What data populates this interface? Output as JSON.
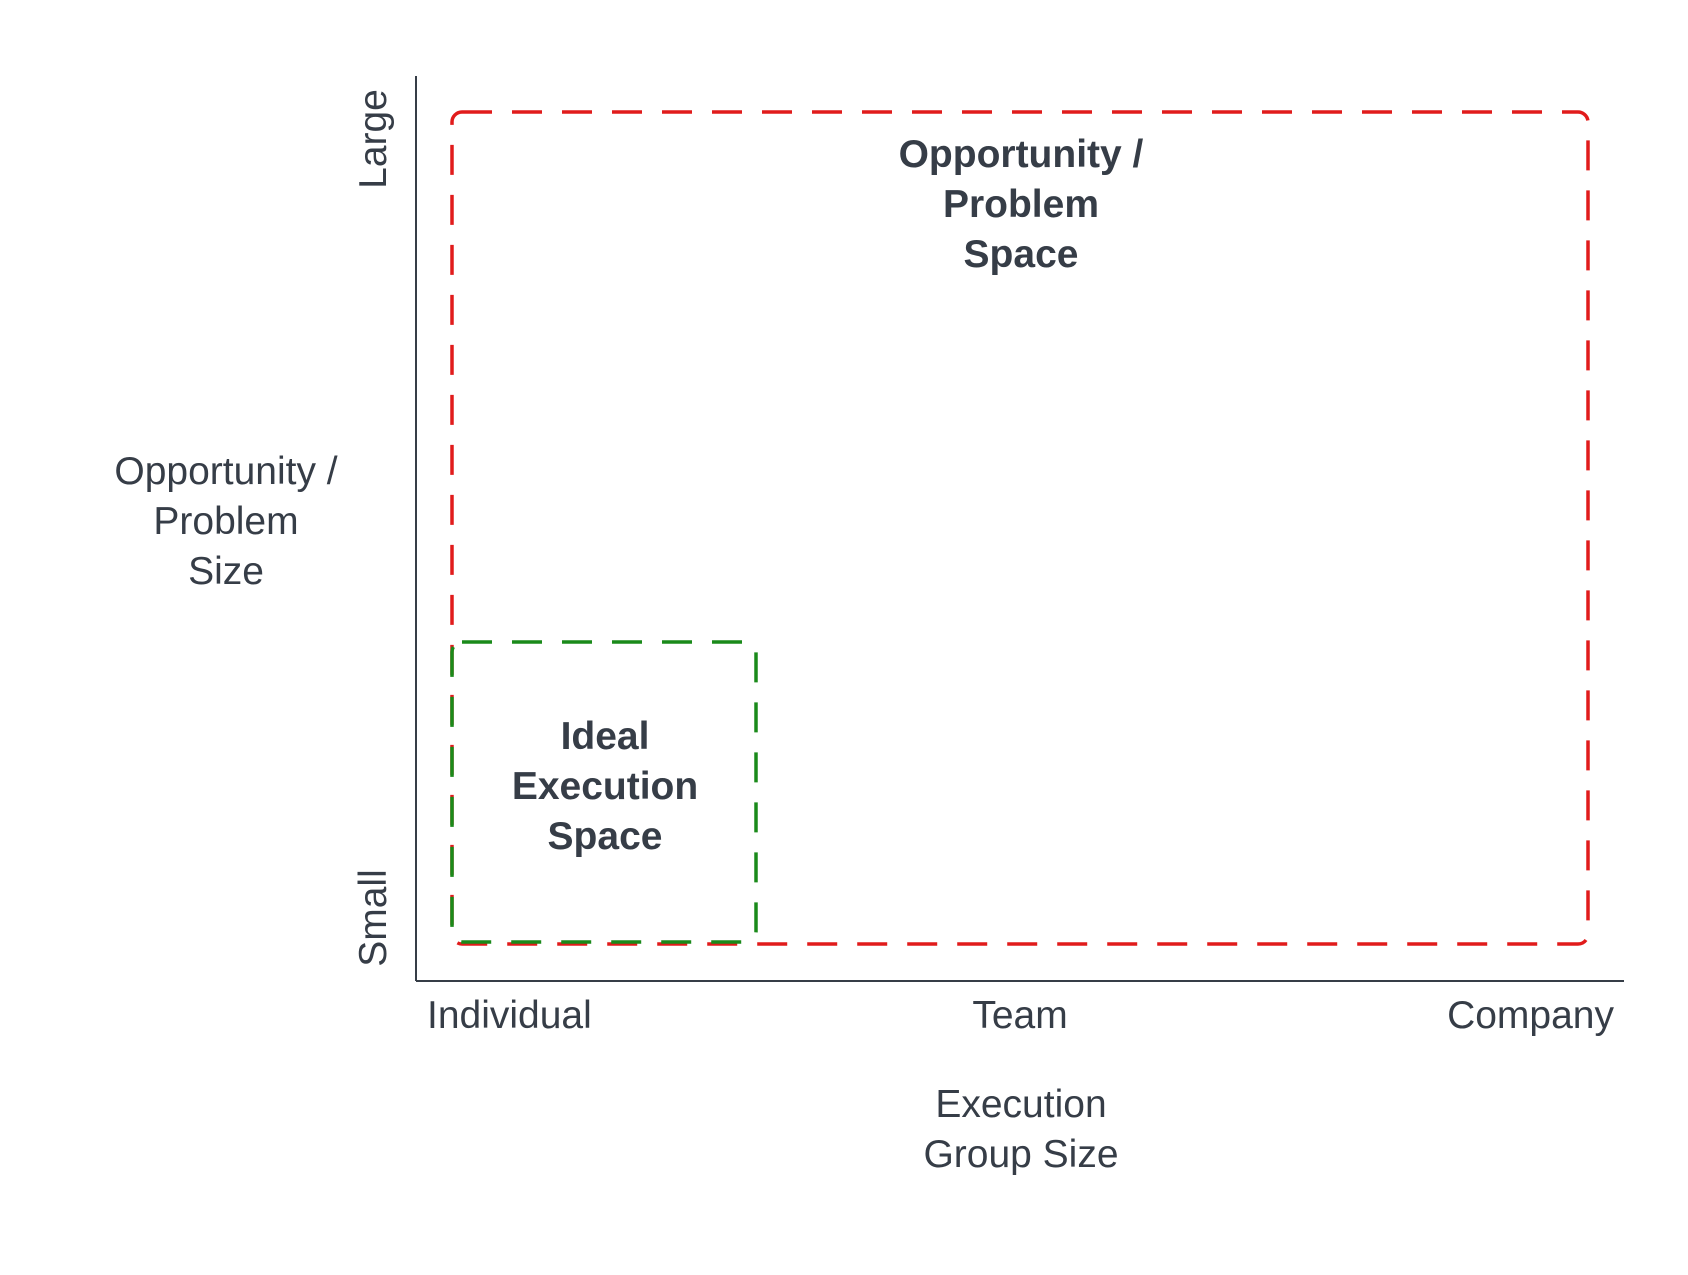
{
  "y_axis": {
    "title_lines": [
      "Opportunity /",
      "Problem",
      "Size"
    ],
    "high_label": "Large",
    "low_label": "Small"
  },
  "x_axis": {
    "title_lines": [
      "Execution",
      "Group Size"
    ],
    "ticks": [
      "Individual",
      "Team",
      "Company"
    ]
  },
  "regions": {
    "opportunity": {
      "label_lines": [
        "Opportunity /",
        "Problem",
        "Space"
      ],
      "color": "#e11b1b"
    },
    "ideal": {
      "label_lines": [
        "Ideal",
        "Execution",
        "Space"
      ],
      "color": "#1a8a1a"
    }
  },
  "colors": {
    "axis": "#363d47",
    "text": "#363d47",
    "background": "#ffffff"
  }
}
